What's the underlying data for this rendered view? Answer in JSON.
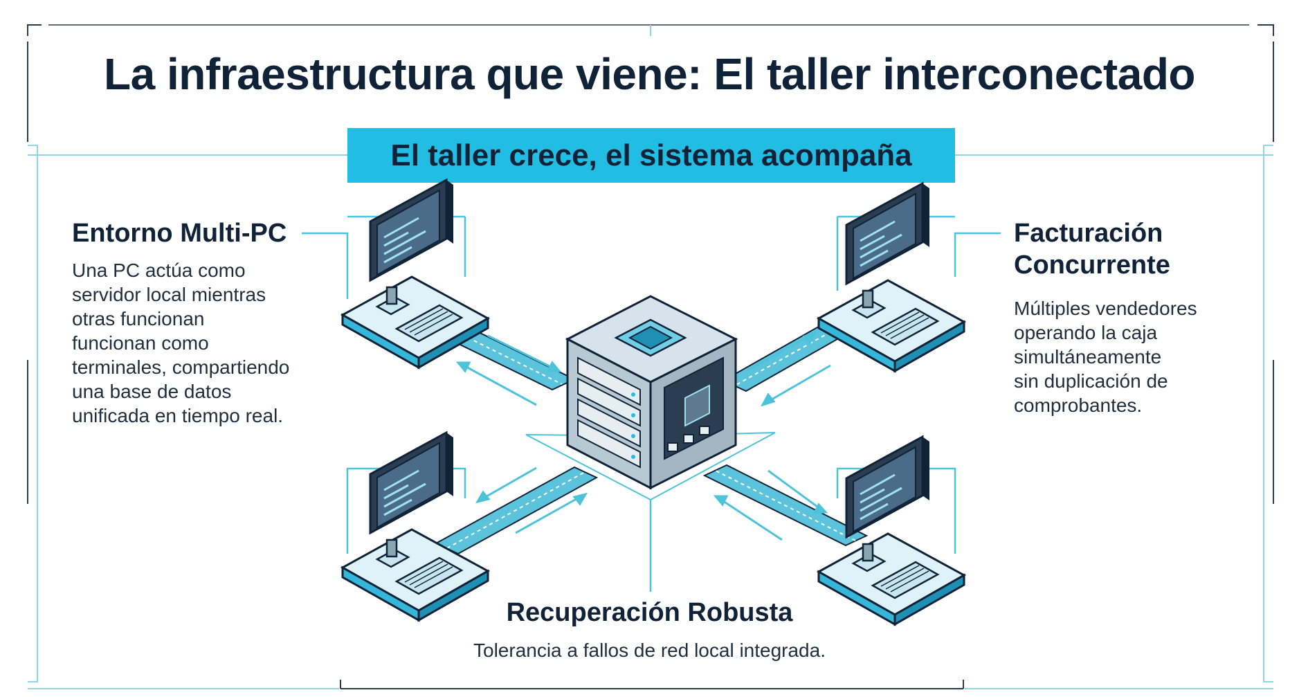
{
  "header": {
    "title": "La infraestructura que viene: El taller interconectado",
    "banner": "El taller crece, el sistema acompaña"
  },
  "features": {
    "multi_pc": {
      "title": "Entorno Multi-PC",
      "desc_lines": [
        "Una PC actúa como",
        "servidor local mientras",
        "otras funcionan",
        "funcionan como",
        "terminales, compartiendo",
        "una base de datos",
        "unificada en tiempo real."
      ]
    },
    "billing": {
      "title_lines": [
        "Facturación",
        "Concurrente"
      ],
      "desc_lines": [
        "Múltiples vendedores",
        "operando la caja",
        "simultáneamente",
        "sin duplicación de",
        "comprobantes."
      ]
    },
    "recovery": {
      "title": "Recuperación Robusta",
      "desc": "Tolerancia a fallos de red local integrada."
    }
  },
  "colors": {
    "accent": "#22bde3",
    "line": "#4cc3d9",
    "dark": "#0f2237",
    "frame": "#2b3a4a"
  },
  "icons": {
    "server": "server-cube-icon",
    "workstation": "desktop-computer-icon"
  }
}
